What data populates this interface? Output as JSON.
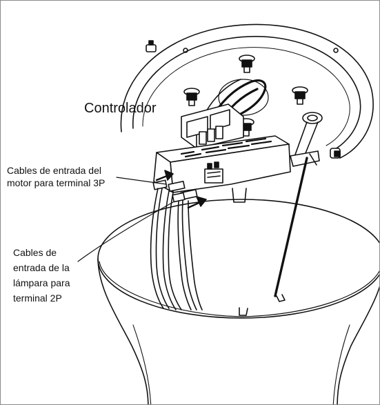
{
  "labels": {
    "controlador": "Controlador",
    "motor_cables": [
      "Cables de entrada del",
      "motor para terminal 3P"
    ],
    "lamp_cables": [
      "Cables de",
      "entrada de la",
      "lámpara para",
      "terminal 2P"
    ]
  },
  "colors": {
    "line": "#111111",
    "frame_border": "#8a8a8a",
    "background": "#ffffff"
  }
}
